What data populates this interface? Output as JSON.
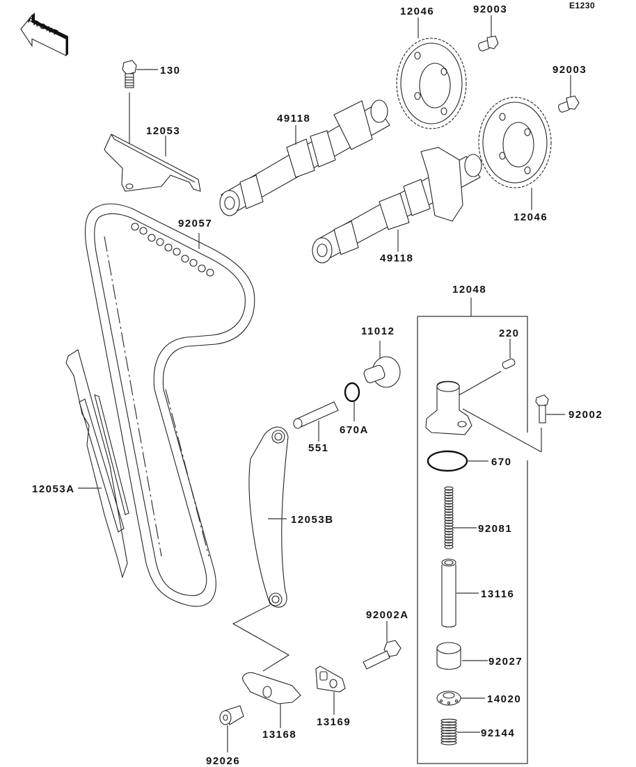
{
  "diagram": {
    "code": "E1230",
    "front_label": "FRONT",
    "parts": [
      {
        "id": "p130",
        "number": "130",
        "name": "bolt"
      },
      {
        "id": "p12053",
        "number": "12053",
        "name": "chain-guide-upper"
      },
      {
        "id": "p92057",
        "number": "92057",
        "name": "cam-chain"
      },
      {
        "id": "p49118a",
        "number": "49118",
        "name": "camshaft-upper"
      },
      {
        "id": "p49118b",
        "number": "49118",
        "name": "camshaft-lower"
      },
      {
        "id": "p12046a",
        "number": "12046",
        "name": "cam-sprocket-upper"
      },
      {
        "id": "p12046b",
        "number": "12046",
        "name": "cam-sprocket-lower"
      },
      {
        "id": "p92003a",
        "number": "92003",
        "name": "sprocket-bolt-upper"
      },
      {
        "id": "p92003b",
        "number": "92003",
        "name": "sprocket-bolt-lower"
      },
      {
        "id": "p12048",
        "number": "12048",
        "name": "tensioner-assembly"
      },
      {
        "id": "p220",
        "number": "220",
        "name": "tensioner-cap-bolt"
      },
      {
        "id": "p92002",
        "number": "92002",
        "name": "tensioner-bolt"
      },
      {
        "id": "p670",
        "number": "670",
        "name": "tensioner-o-ring"
      },
      {
        "id": "p92081",
        "number": "92081",
        "name": "tensioner-spring"
      },
      {
        "id": "p13116",
        "number": "13116",
        "name": "tensioner-rod"
      },
      {
        "id": "p92027",
        "number": "92027",
        "name": "tensioner-collar"
      },
      {
        "id": "p14020",
        "number": "14020",
        "name": "tensioner-ball-cap"
      },
      {
        "id": "p92144",
        "number": "92144",
        "name": "tensioner-spring-small"
      },
      {
        "id": "p11012",
        "number": "11012",
        "name": "cap-plug"
      },
      {
        "id": "p670A",
        "number": "670A",
        "name": "plug-o-ring"
      },
      {
        "id": "p551",
        "number": "551",
        "name": "pivot-pin"
      },
      {
        "id": "p12053A",
        "number": "12053A",
        "name": "chain-guide-front"
      },
      {
        "id": "p12053B",
        "number": "12053B",
        "name": "chain-tensioner-guide"
      },
      {
        "id": "p92002A",
        "number": "92002A",
        "name": "guide-bolt"
      },
      {
        "id": "p13168",
        "number": "13168",
        "name": "guide-lever"
      },
      {
        "id": "p13169",
        "number": "13169",
        "name": "guide-plate"
      },
      {
        "id": "p92026",
        "number": "92026",
        "name": "guide-collar"
      }
    ]
  }
}
